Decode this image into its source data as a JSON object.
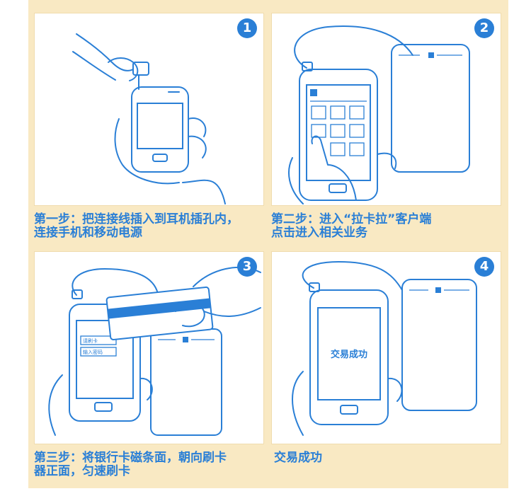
{
  "steps": [
    {
      "number": "1",
      "caption_line1": "第一步：把连接线插入到耳机插孔内，",
      "caption_line2": "连接手机和移动电源"
    },
    {
      "number": "2",
      "caption_line1": "第二步：进入“拉卡拉”客户端",
      "caption_line2": "点击进入相关业务"
    },
    {
      "number": "3",
      "caption_line1": "第三步：将银行卡磁条面，朝向刷卡",
      "caption_line2": "器正面，匀速刷卡"
    },
    {
      "number": "4",
      "caption_line1": "交易成功",
      "caption_line2": ""
    }
  ],
  "panel4": {
    "screen_text": "交易成功"
  },
  "panel3": {
    "screen_line1": "请刷卡",
    "screen_line2": "输入密码"
  },
  "icons": [
    "hand-icon",
    "phone-icon",
    "card-reader-icon",
    "bank-card-icon"
  ],
  "colors": {
    "accent": "#2a7fd6",
    "frame": "#f9e9c3"
  }
}
